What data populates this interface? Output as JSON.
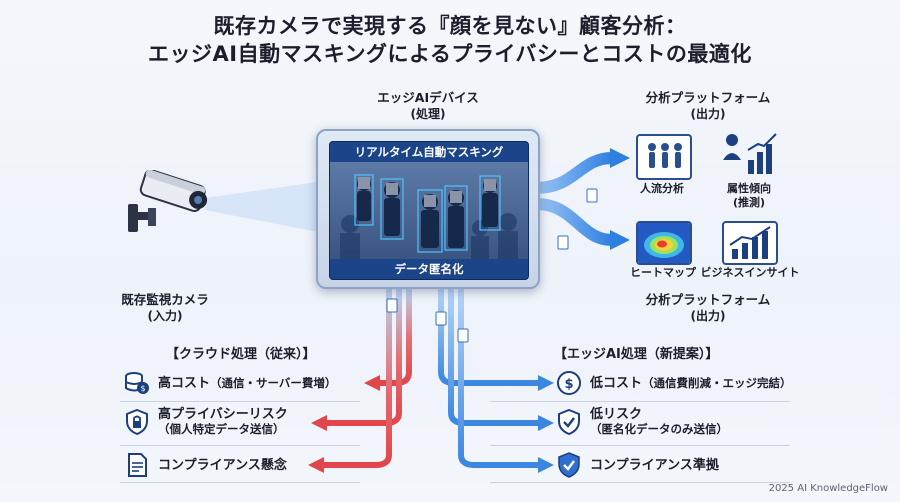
{
  "title": {
    "line1": "既存カメラで実現する『顔を見ない』顧客分析：",
    "line2": "エッジAI自動マスキングによるプライバシーとコストの最適化"
  },
  "device": {
    "label": "エッジAIデバイス",
    "sub": "(処理)",
    "screen_top": "リアルタイム自動マスキング",
    "screen_bottom": "データ匿名化"
  },
  "camera": {
    "label": "既存監視カメラ",
    "sub": "(入力)"
  },
  "platform_top": {
    "label": "分析プラットフォーム",
    "sub": "(出力)"
  },
  "platform_bottom": {
    "label": "分析プラットフォーム",
    "sub": "(出力)"
  },
  "outputs": {
    "flow": "人流分析",
    "attr": "属性傾向",
    "attr_sub": "(推測)",
    "heatmap": "ヒートマップ",
    "insight": "ビジネスインサイト"
  },
  "cloud": {
    "heading": "【クラウド処理（従来）】",
    "items": [
      {
        "main": "高コスト",
        "small": "（通信・サーバー費増）"
      },
      {
        "main": "高プライバシーリスク",
        "small": "（個人特定データ送信）"
      },
      {
        "main": "コンプライアンス懸念",
        "small": ""
      }
    ]
  },
  "edge": {
    "heading": "【エッジAI処理（新提案）】",
    "items": [
      {
        "main": "低コスト",
        "small": "（通信費削減・エッジ完結）"
      },
      {
        "main": "低リスク",
        "small": "（匿名化データのみ送信）"
      },
      {
        "main": "コンプライアンス準拠",
        "small": ""
      }
    ]
  },
  "footer": "2025 AI KnowledgeFlow",
  "colors": {
    "red_flow": "#e0464a",
    "blue_flow": "#3a86e0",
    "navy": "#1c3f7f"
  }
}
